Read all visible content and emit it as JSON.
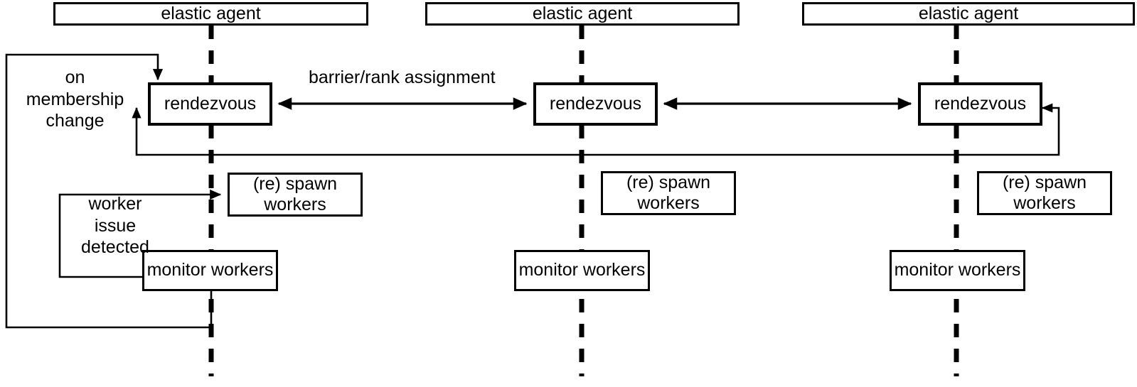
{
  "diagram": {
    "title": "elastic agent rendezvous architecture",
    "colors": {
      "stroke": "#000000",
      "background": "#ffffff",
      "text": "#000000"
    },
    "columns": [
      {
        "id": "agent-1",
        "agent_label": "elastic agent",
        "rendezvous_label": "rendezvous",
        "spawn_label": "(re) spawn\nworkers",
        "monitor_label": "monitor\nworkers"
      },
      {
        "id": "agent-2",
        "agent_label": "elastic agent",
        "rendezvous_label": "rendezvous",
        "spawn_label": "(re) spawn\nworkers",
        "monitor_label": "monitor\nworkers"
      },
      {
        "id": "agent-3",
        "agent_label": "elastic agent",
        "rendezvous_label": "rendezvous",
        "spawn_label": "(re) spawn\nworkers",
        "monitor_label": "monitor\nworkers"
      }
    ],
    "edge_labels": {
      "on_membership_change": "on\nmembership\nchange",
      "barrier_rank_assignment": "barrier/rank assignment",
      "worker_issue_detected": "worker\nissue\ndetected"
    }
  }
}
